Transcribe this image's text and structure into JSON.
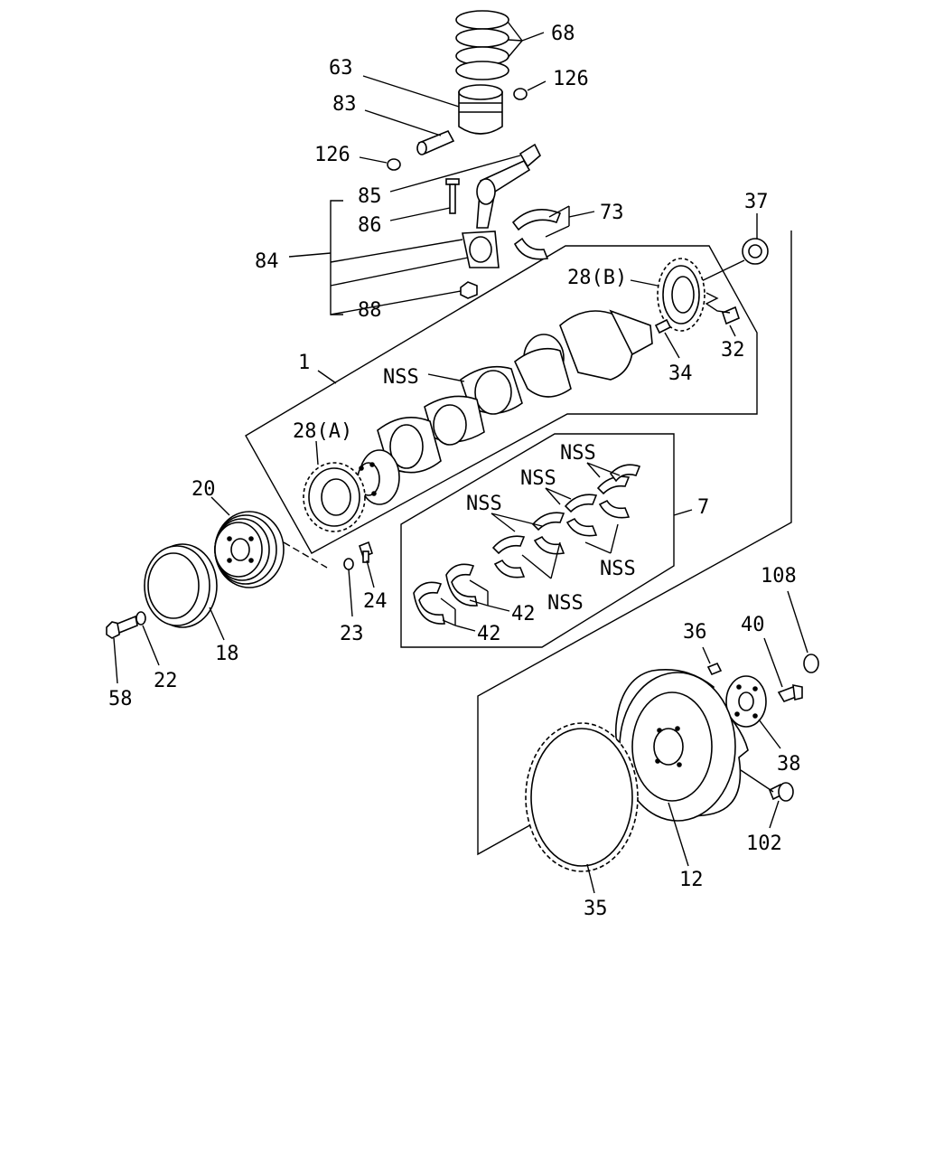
{
  "labels": {
    "p68": "68",
    "p63": "63",
    "p126a": "126",
    "p83": "83",
    "p126b": "126",
    "p85": "85",
    "p86": "86",
    "p73": "73",
    "p37": "37",
    "p84": "84",
    "p28b": "28(B)",
    "p88": "88",
    "p32": "32",
    "p1": "1",
    "p34": "34",
    "nss1": "NSS",
    "p28a": "28(A)",
    "nss2": "NSS",
    "nss3": "NSS",
    "p20": "20",
    "nss4": "NSS",
    "p7": "7",
    "nss5": "NSS",
    "p24": "24",
    "nss6": "NSS",
    "p42a": "42",
    "p108": "108",
    "p23": "23",
    "p42b": "42",
    "p36": "36",
    "p40": "40",
    "p18": "18",
    "p58": "58",
    "p22": "22",
    "p38": "38",
    "p102": "102",
    "p12": "12",
    "p35": "35"
  }
}
